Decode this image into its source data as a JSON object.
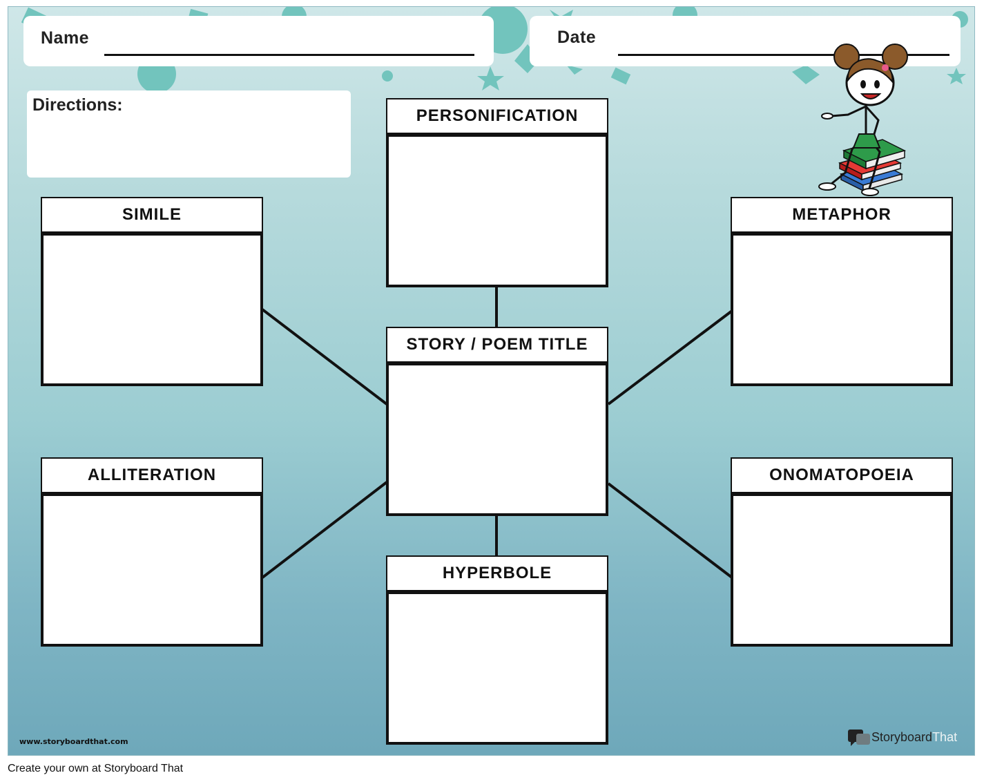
{
  "header": {
    "name_label": "Name",
    "date_label": "Date"
  },
  "directions": {
    "label": "Directions:"
  },
  "cards": {
    "personification": "PERSONIFICATION",
    "simile": "SIMILE",
    "metaphor": "METAPHOR",
    "title": "STORY / POEM TITLE",
    "alliteration": "ALLITERATION",
    "onomatopoeia": "ONOMATOPOEIA",
    "hyperbole": "HYPERBOLE"
  },
  "branding": {
    "url": "www.storyboardthat.com",
    "logo_word1": "Storyboard",
    "logo_word2": "That"
  },
  "footer": {
    "text": "Create your own at Storyboard That"
  },
  "colors": {
    "accent_teal": "#72c4bd",
    "bg_top": "#cfe7e8",
    "bg_bottom": "#6ea8ba"
  },
  "icons": {
    "illustration": "girl-on-books-illustration",
    "logo": "storyboard-that-logo-icon"
  }
}
